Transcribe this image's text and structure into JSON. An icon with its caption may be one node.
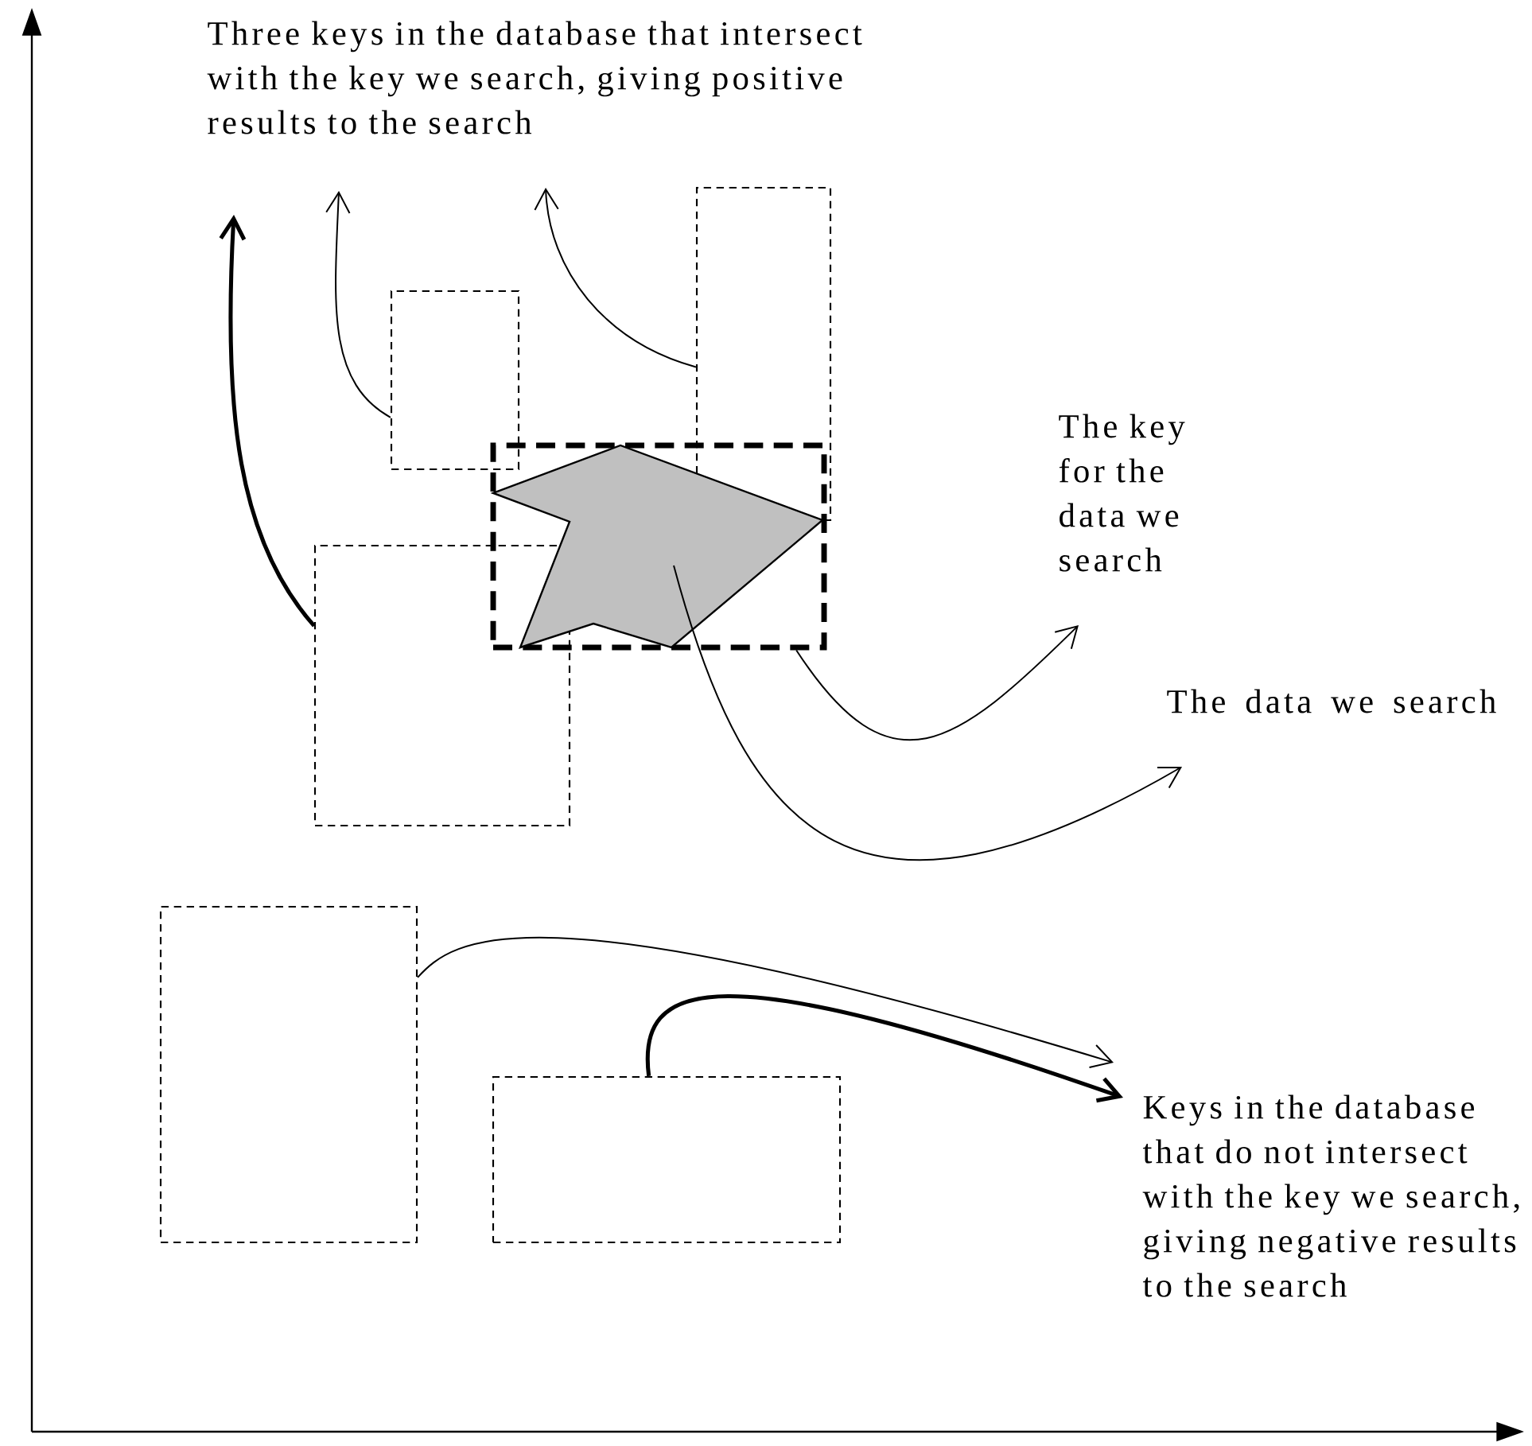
{
  "diagram": {
    "nodes": [
      {
        "text": [
          "Three keys in the database that intersect with the key we search, giving positive results to the search"
        ]
      },
      {
        "text": [
          "The key for the data we search"
        ]
      },
      {
        "text": [
          "The data we search"
        ]
      },
      {
        "text": [
          "Keys in the database that do not intersect with the key we search, giving negative results to the search"
        ]
      },
      {
        "text": [],
        "shape": "box"
      },
      {
        "text": [],
        "shape": "box"
      },
      {
        "text": [],
        "shape": "box"
      },
      {
        "text": [],
        "shape": "box"
      },
      {
        "text": [],
        "shape": "polygon",
        "in": 7
      },
      {
        "text": [],
        "shape": "box"
      },
      {
        "text": [],
        "shape": "box"
      }
    ],
    "edges": [
      {
        "from": 6,
        "to": 0,
        "arrow": "to",
        "style": "thick"
      },
      {
        "from": 4,
        "to": 0,
        "arrow": "to"
      },
      {
        "from": 5,
        "to": 0,
        "arrow": "to"
      },
      {
        "from": 7,
        "to": 1,
        "arrow": "to"
      },
      {
        "from": 8,
        "to": 2,
        "arrow": "to"
      },
      {
        "from": 9,
        "to": 3,
        "arrow": "to"
      },
      {
        "from": 10,
        "to": 3,
        "arrow": "to",
        "style": "thick"
      }
    ]
  }
}
